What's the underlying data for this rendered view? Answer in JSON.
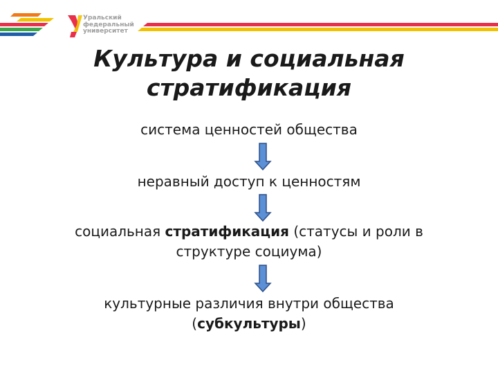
{
  "header": {
    "logo_lines": [
      "Уральский",
      "федеральный",
      "университет"
    ],
    "brand_colors": {
      "red": "#e8304a",
      "green": "#3aa84a",
      "blue": "#1f5ea8",
      "yellow": "#f2c200",
      "orange": "#f07a1a"
    }
  },
  "slide": {
    "title_line1": "Культура и социальная",
    "title_line2": "стратификация",
    "step1": "система ценностей общества",
    "step2": "неравный доступ к ценностям",
    "step3_pre": "социальная ",
    "step3_bold": "стратификация",
    "step3_post": " (статусы и роли в",
    "step3_line2": "структуре социума)",
    "step4_line1": "культурные различия внутри общества",
    "step4_open": "(",
    "step4_bold": "субкультуры",
    "step4_close": ")"
  },
  "arrows": {
    "fill": "#5b8fd6",
    "stroke": "#2d4f86"
  }
}
